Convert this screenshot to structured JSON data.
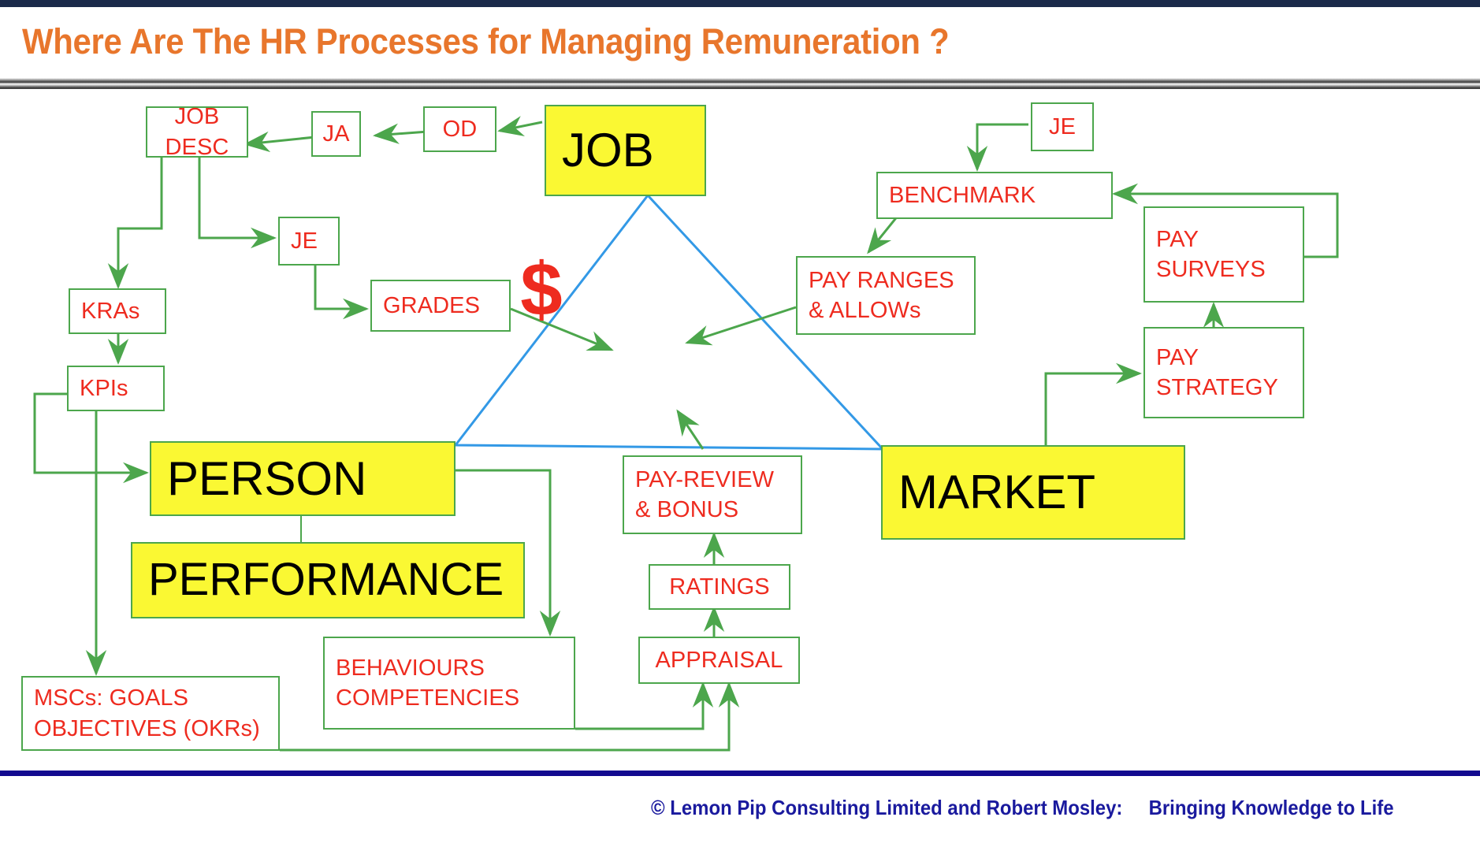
{
  "header": {
    "title": "Where Are The HR Processes for Managing Remuneration ?"
  },
  "footer": {
    "text": "© Lemon Pip Consulting Limited and Robert Mosley:     Bringing Knowledge to Life"
  },
  "colors": {
    "title_orange": "#E8762C",
    "box_border_green": "#4CA64C",
    "box_text_red": "#EE2B1F",
    "highlight_yellow": "#FAF833",
    "triangle_blue": "#3399E6",
    "footer_navy": "#1a1a9e",
    "top_bar_navy": "#1b2a4a"
  },
  "diagram": {
    "type": "flowchart",
    "center_symbol": "$",
    "pillars": [
      {
        "id": "job",
        "label": "JOB"
      },
      {
        "id": "person",
        "label": "PERSON"
      },
      {
        "id": "market",
        "label": "MARKET"
      }
    ],
    "nodes": [
      {
        "id": "job-desc",
        "lines": [
          "JOB",
          "DESC"
        ]
      },
      {
        "id": "ja",
        "lines": [
          "JA"
        ]
      },
      {
        "id": "od",
        "lines": [
          "OD"
        ]
      },
      {
        "id": "job",
        "lines": [
          "JOB"
        ]
      },
      {
        "id": "je-left",
        "lines": [
          "JE"
        ]
      },
      {
        "id": "kras",
        "lines": [
          "KRAs"
        ]
      },
      {
        "id": "kpis",
        "lines": [
          "KPIs"
        ]
      },
      {
        "id": "grades",
        "lines": [
          "GRADES"
        ]
      },
      {
        "id": "person",
        "lines": [
          "PERSON"
        ]
      },
      {
        "id": "performance",
        "lines": [
          "PERFORMANCE"
        ]
      },
      {
        "id": "mscs",
        "lines": [
          "MSCs: GOALS",
          "OBJECTIVES (OKRs)"
        ]
      },
      {
        "id": "behaviours",
        "lines": [
          "BEHAVIOURS",
          "COMPETENCIES"
        ]
      },
      {
        "id": "appraisal",
        "lines": [
          "APPRAISAL"
        ]
      },
      {
        "id": "ratings",
        "lines": [
          "RATINGS"
        ]
      },
      {
        "id": "pay-review",
        "lines": [
          "PAY-REVIEW",
          "& BONUS"
        ]
      },
      {
        "id": "market",
        "lines": [
          "MARKET"
        ]
      },
      {
        "id": "je-right",
        "lines": [
          "JE"
        ]
      },
      {
        "id": "benchmark",
        "lines": [
          "BENCHMARK"
        ]
      },
      {
        "id": "pay-ranges",
        "lines": [
          "PAY RANGES",
          "& ALLOWs"
        ]
      },
      {
        "id": "pay-surveys",
        "lines": [
          "PAY",
          "SURVEYS"
        ]
      },
      {
        "id": "pay-strategy",
        "lines": [
          "PAY",
          "STRATEGY"
        ]
      }
    ],
    "edges": [
      {
        "from": "od",
        "to": "ja"
      },
      {
        "from": "ja",
        "to": "job-desc"
      },
      {
        "from": "job",
        "to": "od"
      },
      {
        "from": "job-desc",
        "to": "kras"
      },
      {
        "from": "job-desc",
        "to": "je-left"
      },
      {
        "from": "je-left",
        "to": "grades"
      },
      {
        "from": "kras",
        "to": "kpis"
      },
      {
        "from": "kpis",
        "to": "person"
      },
      {
        "from": "kpis",
        "to": "mscs"
      },
      {
        "from": "grades",
        "to": "$"
      },
      {
        "from": "person",
        "to": "performance"
      },
      {
        "from": "person",
        "to": "behaviours"
      },
      {
        "from": "mscs",
        "to": "appraisal"
      },
      {
        "from": "behaviours",
        "to": "appraisal"
      },
      {
        "from": "appraisal",
        "to": "ratings"
      },
      {
        "from": "ratings",
        "to": "pay-review"
      },
      {
        "from": "pay-review",
        "to": "$"
      },
      {
        "from": "je-right",
        "to": "benchmark"
      },
      {
        "from": "benchmark",
        "to": "pay-ranges"
      },
      {
        "from": "pay-ranges",
        "to": "$"
      },
      {
        "from": "pay-surveys",
        "to": "benchmark"
      },
      {
        "from": "pay-strategy",
        "to": "pay-surveys"
      },
      {
        "from": "market",
        "to": "pay-strategy"
      }
    ]
  },
  "labels": {
    "job_desc_1": "JOB",
    "job_desc_2": "DESC",
    "ja": "JA",
    "od": "OD",
    "job": "JOB",
    "je_left": "JE",
    "kras": "KRAs",
    "kpis": "KPIs",
    "grades": "GRADES",
    "dollar": "$",
    "person": "PERSON",
    "performance": "PERFORMANCE",
    "mscs_1": "MSCs: GOALS",
    "mscs_2": "OBJECTIVES (OKRs)",
    "behaviours_1": "BEHAVIOURS",
    "behaviours_2": "COMPETENCIES",
    "appraisal": "APPRAISAL",
    "ratings": "RATINGS",
    "pay_review_1": "PAY-REVIEW",
    "pay_review_2": "& BONUS",
    "market": "MARKET",
    "je_right": "JE",
    "benchmark": "BENCHMARK",
    "pay_ranges_1": "PAY RANGES",
    "pay_ranges_2": "& ALLOWs",
    "pay_surveys_1": "PAY",
    "pay_surveys_2": "SURVEYS",
    "pay_strategy_1": "PAY",
    "pay_strategy_2": "STRATEGY"
  }
}
